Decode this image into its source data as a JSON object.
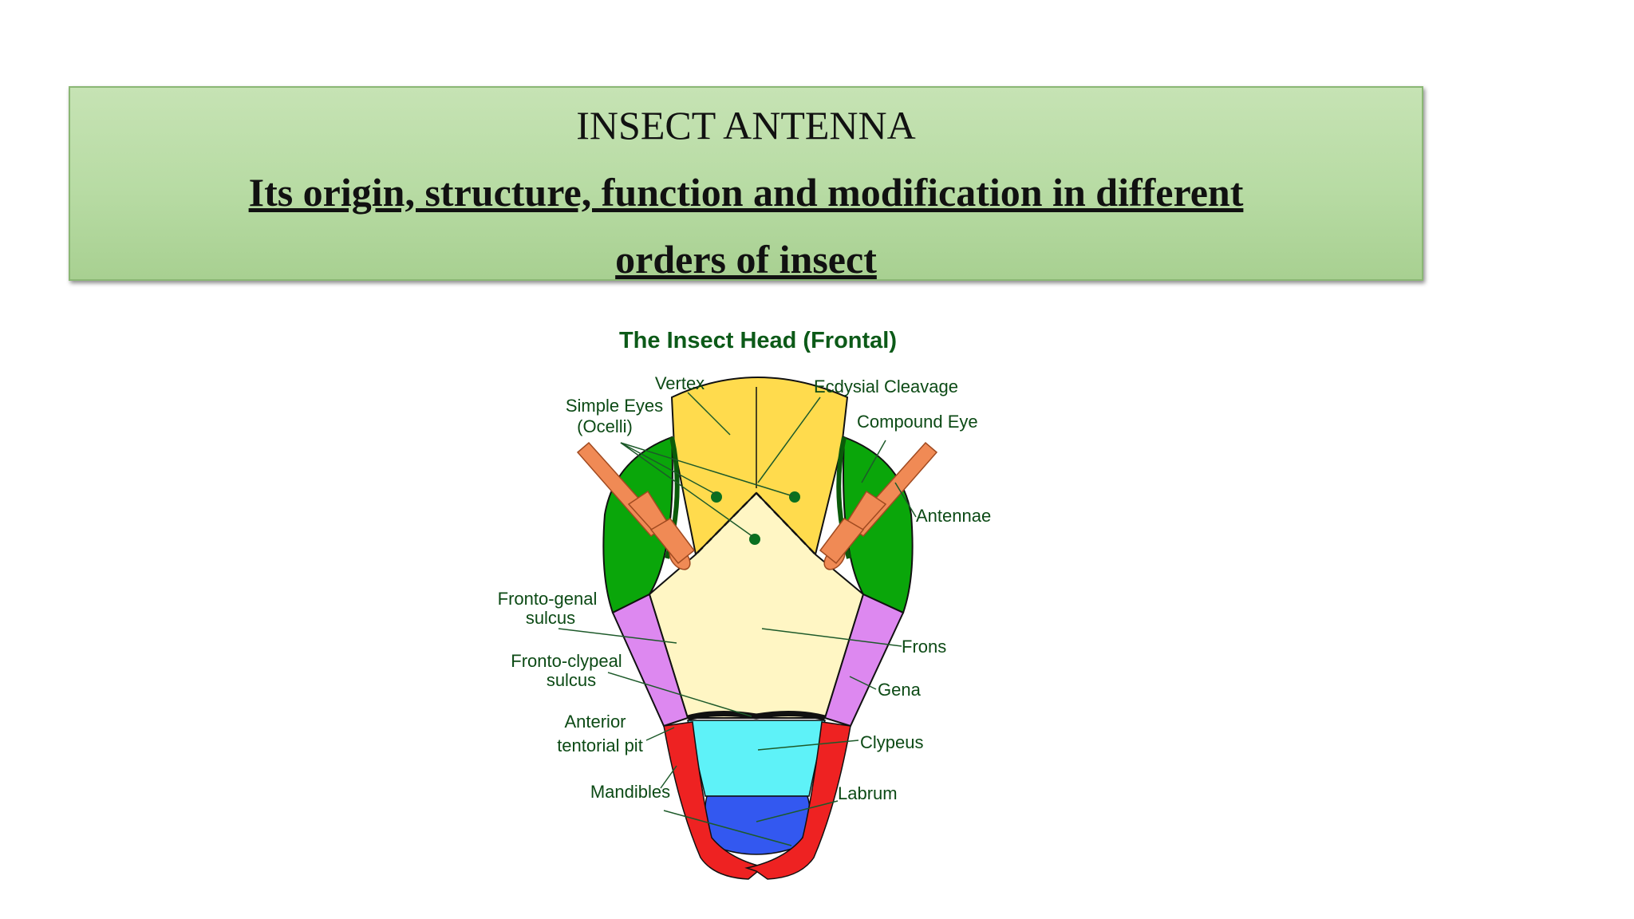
{
  "slide": {
    "title": "INSECT ANTENNA",
    "subtitle_line1": "Its origin, structure, function and modification in different",
    "subtitle_line2": "orders of insect"
  },
  "diagram": {
    "title": "The Insect Head (Frontal)",
    "labels": {
      "vertex": "Vertex",
      "ecdysial_cleavage": "Ecdysial Cleavage",
      "simple_eyes_1": "Simple Eyes",
      "simple_eyes_2": "(Ocelli)",
      "compound_eye": "Compound Eye",
      "antennae": "Antennae",
      "fronto_genal_1": "Fronto-genal",
      "fronto_genal_2": "sulcus",
      "frons": "Frons",
      "fronto_clypeal_1": "Fronto-clypeal",
      "fronto_clypeal_2": "sulcus",
      "gena": "Gena",
      "anterior_tentorial_1": "Anterior",
      "anterior_tentorial_2": "tentorial pit",
      "clypeus": "Clypeus",
      "mandibles": "Mandibles",
      "labrum": "Labrum"
    },
    "colors": {
      "vertex": "#ffdb4d",
      "frons": "#fff6c4",
      "compound_eye": "#0aa60a",
      "gena": "#dd88f0",
      "clypeus": "#5ef2f8",
      "labrum": "#3358f0",
      "mandibles": "#ee2222",
      "antenna": "#f08a55",
      "ocelli": "#0a6f1f",
      "label_text": "#0c4a15"
    }
  }
}
